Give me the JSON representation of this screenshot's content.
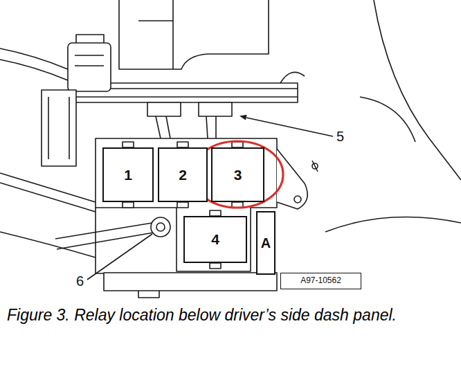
{
  "diagram": {
    "caption": "Figure 3. Relay location below driver’s side dash panel.",
    "nodes": [
      {
        "text": [
          "1"
        ]
      },
      {
        "text": [
          "2"
        ]
      },
      {
        "text": [
          "3"
        ]
      },
      {
        "text": [
          "4"
        ]
      },
      {
        "text": [
          "A"
        ]
      },
      {
        "text": [
          "A97-10562"
        ]
      }
    ],
    "labels": [
      "5",
      "6"
    ]
  }
}
